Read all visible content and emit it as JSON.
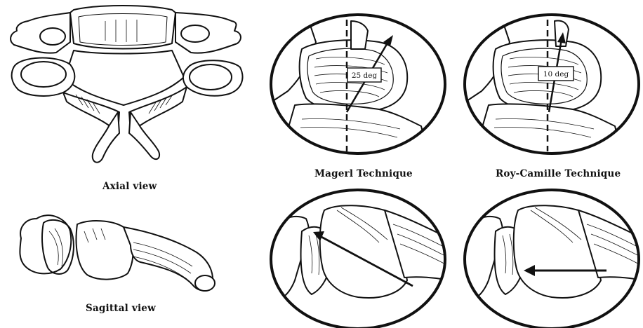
{
  "captions": {
    "axial": "Axial view",
    "sagittal": "Sagittal view",
    "magerl": "Magerl Technique",
    "roy_camille": "Roy-Camille Technique"
  },
  "angles": {
    "magerl": "25 deg",
    "roy_camille": "10 deg"
  },
  "colors": {
    "ink": "#111111",
    "paper": "#ffffff"
  }
}
